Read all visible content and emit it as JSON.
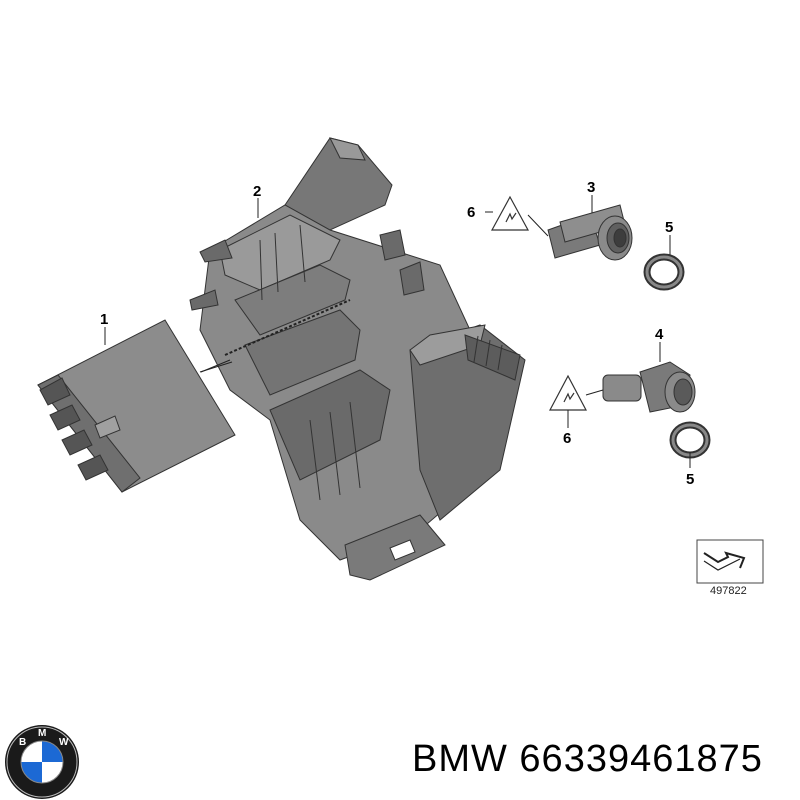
{
  "callouts": {
    "c1": "1",
    "c2": "2",
    "c3": "3",
    "c4": "4",
    "c5a": "5",
    "c5b": "5",
    "c6a": "6",
    "c6b": "6"
  },
  "diagram_code": "497822",
  "brand": {
    "text": "BMW 66339461875",
    "logo_letters": [
      "B",
      "M",
      "W"
    ]
  },
  "parts": [
    {
      "number": "1",
      "name": "control-module"
    },
    {
      "number": "2",
      "name": "module-holder-bracket"
    },
    {
      "number": "3",
      "name": "park-distance-sensor"
    },
    {
      "number": "4",
      "name": "park-distance-sensor"
    },
    {
      "number": "5",
      "name": "sensor-seal-ring"
    },
    {
      "number": "6",
      "name": "electrical-warning-symbol"
    }
  ],
  "colors": {
    "part_fill": "#8a8a8a",
    "part_dark": "#555555",
    "part_light": "#b0b0b0",
    "logo_blue": "#1c69d4",
    "logo_ring": "#1a1a1a"
  }
}
